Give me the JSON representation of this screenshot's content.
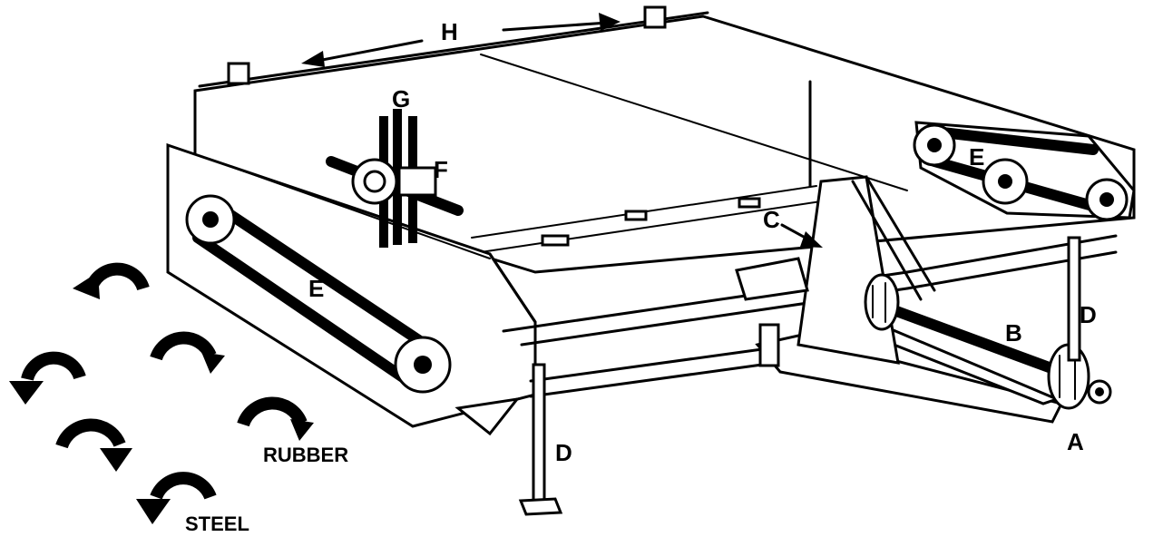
{
  "labels": {
    "a": "A",
    "b": "B",
    "c": "C",
    "d_left": "D",
    "d_right": "D",
    "e_left": "E",
    "e_right": "E",
    "f_left": "F",
    "g": "G",
    "h": "H"
  },
  "rotation_legend": {
    "rubber": "RUBBER",
    "steel": "STEEL"
  },
  "colors": {
    "ink": "#000000",
    "background": "#ffffff"
  }
}
